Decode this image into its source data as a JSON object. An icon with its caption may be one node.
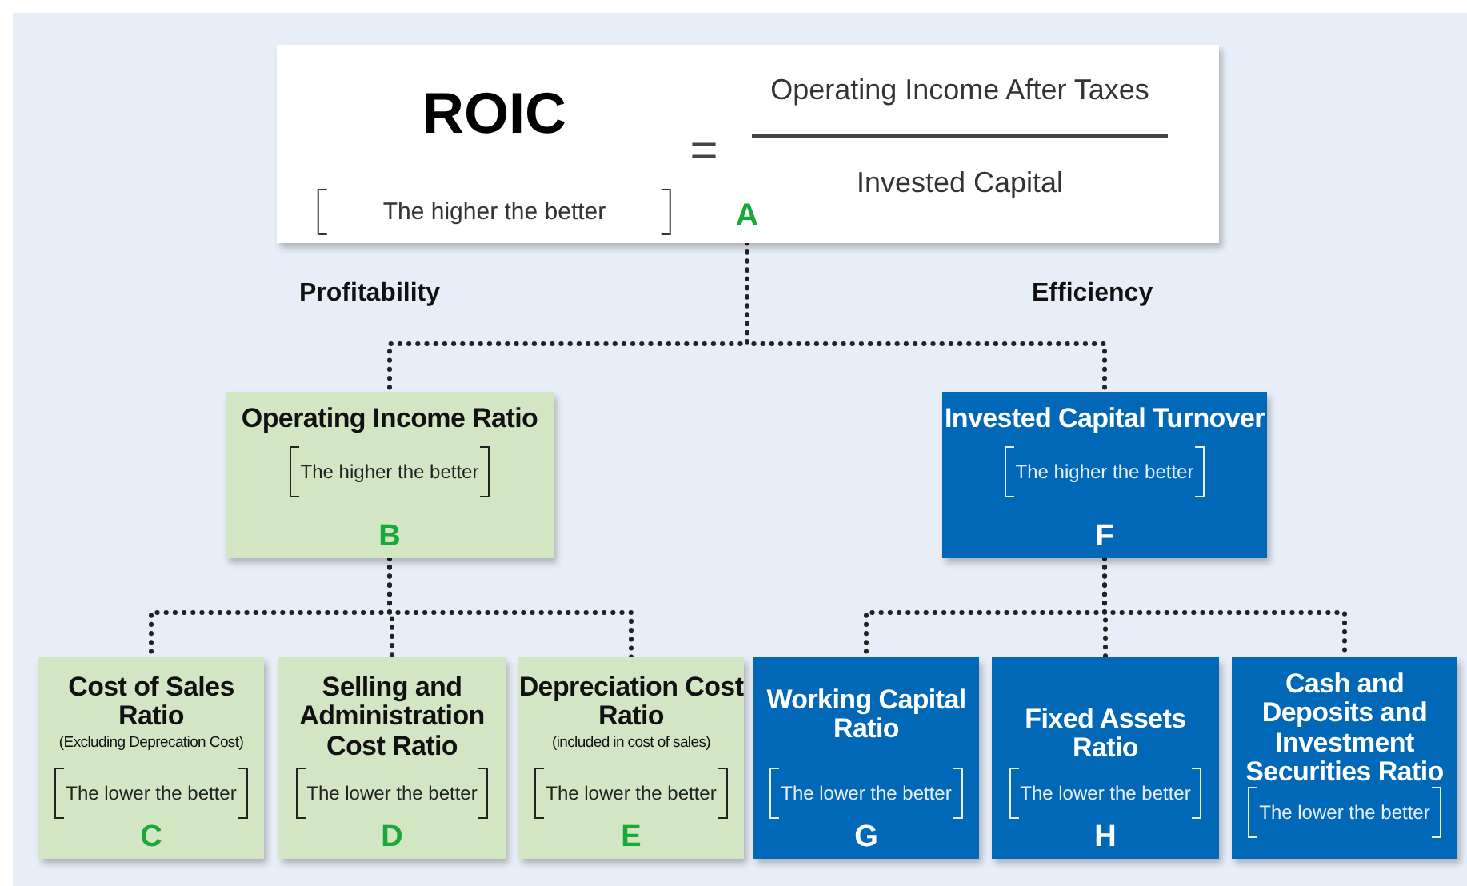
{
  "diagram": {
    "nodes": [
      {
        "text": [
          "ROIC",
          "=",
          "Operating Income After Taxes",
          "The higher the better",
          "Invested Capital",
          "A"
        ]
      },
      {
        "text": [
          "Operating Income Ratio",
          "The higher the better",
          "B"
        ]
      },
      {
        "text": [
          "Invested Capital Turnover",
          "The higher the better",
          "F"
        ]
      },
      {
        "text": [
          "Cost of Sales Ratio",
          "(Excluding Deprecation Cost)",
          "The lower the better",
          "C"
        ]
      },
      {
        "text": [
          "Selling and Administration Cost Ratio",
          "The lower the better",
          "D"
        ]
      },
      {
        "text": [
          "Depreciation Cost Ratio",
          "(included in cost of sales)",
          "The lower the better",
          "E"
        ]
      },
      {
        "text": [
          "Working Capital Ratio",
          "The lower the better",
          "G"
        ]
      },
      {
        "text": [
          "Fixed Assets Ratio",
          "The lower the better",
          "H"
        ]
      },
      {
        "text": [
          "Cash and Deposits and Investment Securities Ratio",
          "The lower the better"
        ]
      }
    ],
    "edges": [
      {
        "from": 0,
        "to": 1,
        "arrow": "none"
      },
      {
        "from": 0,
        "to": 2,
        "arrow": "none"
      },
      {
        "from": 1,
        "to": 3,
        "arrow": "none"
      },
      {
        "from": 1,
        "to": 4,
        "arrow": "none"
      },
      {
        "from": 1,
        "to": 5,
        "arrow": "none"
      },
      {
        "from": 2,
        "to": 6,
        "arrow": "none"
      },
      {
        "from": 2,
        "to": 7,
        "arrow": "none"
      },
      {
        "from": 2,
        "to": 8,
        "arrow": "none"
      }
    ],
    "labels": [
      "Profitability",
      "Efficiency"
    ]
  }
}
